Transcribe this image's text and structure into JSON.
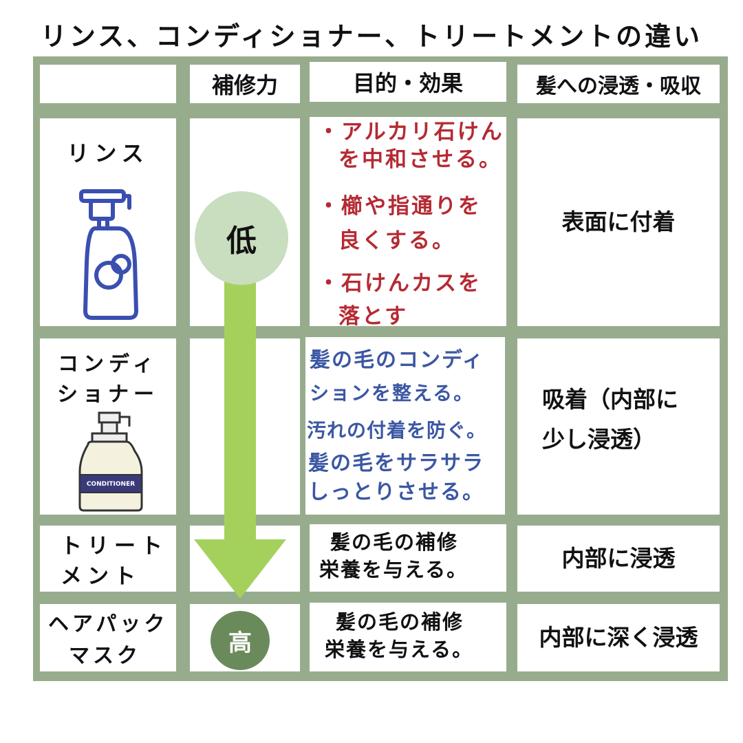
{
  "title": "リンス、コンディショナー、トリートメントの違い",
  "headers": {
    "repair": "補修力",
    "purpose": "目的・効果",
    "penetration": "髪への浸透・吸収"
  },
  "rows": {
    "rinse": {
      "label": "リンス",
      "purpose": [
        "・アルカリ石けん",
        "を中和させる。",
        "・櫛や指通りを",
        "良くする。",
        "・石けんカスを",
        "落とす"
      ],
      "penetration": "表面に付着"
    },
    "conditioner": {
      "label_lines": [
        "コンディ",
        "ショナー"
      ],
      "bottle_label": "CONDITIONER",
      "purpose": [
        "髪の毛のコンディ",
        "ションを整える。",
        "汚れの付着を防ぐ。",
        "髪の毛をサラサラ",
        "しっとりさせる。"
      ],
      "penetration_lines": [
        "吸着（内部に",
        "少し浸透）"
      ]
    },
    "treatment": {
      "label_lines": [
        "トリート",
        "メント"
      ],
      "purpose": [
        "髪の毛の補修",
        "栄養を与える。"
      ],
      "penetration": "内部に浸透"
    },
    "hairpack": {
      "label_lines": [
        "ヘアパック",
        "マスク"
      ],
      "purpose": [
        "髪の毛の補修",
        "栄養を与える。"
      ],
      "penetration": "内部に深く浸透"
    }
  },
  "scale": {
    "low": "低",
    "high": "高"
  },
  "colors": {
    "grid": "#97ac8d",
    "low_circle": "#c9ddbf",
    "high_circle": "#6b8a5c",
    "arrow": "#a4d15c",
    "red_text": "#b52a33",
    "blue_text": "#3b57a3",
    "rinse_bottle": "#3a4fb0"
  }
}
